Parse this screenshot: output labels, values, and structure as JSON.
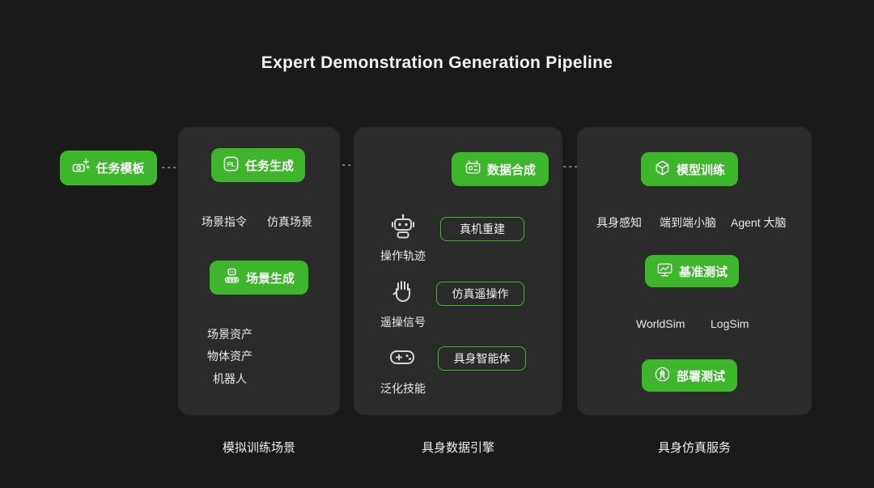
{
  "title": "Expert Demonstration Generation Pipeline",
  "colors": {
    "background": "#1a1a1a",
    "panel": "#2b2b2b",
    "green": "#3eb62b",
    "text": "#f0f0f0"
  },
  "start_node": {
    "label": "任务模板",
    "icon": "task-template-icon"
  },
  "panels": {
    "simulation": {
      "caption": "模拟训练场景",
      "task_generation": "任务生成",
      "task_generation_icon": "pl-badge-icon",
      "scene_instruction": "场景指令",
      "simulated_scene": "仿真场景",
      "scene_generation": "场景生成",
      "scene_generation_icon": "scene-generation-icon",
      "assets": [
        "场景资产",
        "物体资产",
        "机器人"
      ]
    },
    "data_engine": {
      "caption": "具身数据引擎",
      "data_synthesis": "数据合成",
      "data_synthesis_icon": "data-synthesis-icon",
      "rows": [
        {
          "icon": "robot-icon",
          "label": "操作轨迹",
          "box": "真机重建"
        },
        {
          "icon": "glove-icon",
          "label": "遥操信号",
          "box": "仿真遥操作"
        },
        {
          "icon": "gamepad-icon",
          "label": "泛化技能",
          "box": "具身智能体"
        }
      ]
    },
    "simulation_service": {
      "caption": "具身仿真服务",
      "model_training": "模型训练",
      "model_training_icon": "model-training-icon",
      "brain_labels": [
        "具身感知",
        "端到端小脑",
        "Agent 大脑"
      ],
      "benchmark": "基准测试",
      "benchmark_icon": "benchmark-icon",
      "sim_labels": [
        "WorldSim",
        "LogSim"
      ],
      "deployment": "部署测试",
      "deployment_icon": "deployment-icon"
    }
  }
}
